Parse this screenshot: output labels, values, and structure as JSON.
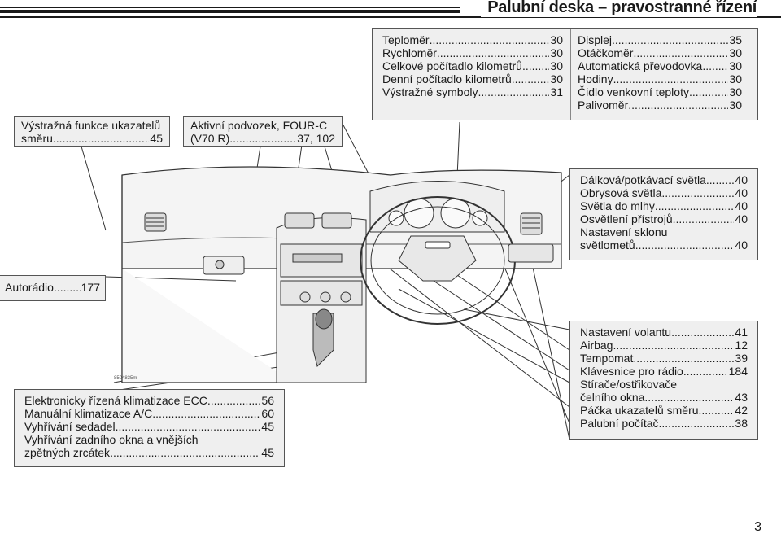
{
  "header": {
    "title": "Palubní deska – pravostranné řízení"
  },
  "box_turn_signal": {
    "line1": "Výstražná funkce ukazatelů",
    "line2_label": "směru",
    "line2_page": "45"
  },
  "box_chassis": {
    "line1": "Aktivní podvozek, FOUR-C",
    "line2_label": "(V70 R)",
    "line2_page": "37, 102"
  },
  "box_instruments_left": {
    "items": [
      {
        "label": "Teploměr",
        "page": "30"
      },
      {
        "label": "Rychloměr",
        "page": "30"
      },
      {
        "label": "Celkové počítadlo kilometrů",
        "page": "30"
      },
      {
        "label": "Denní počítadlo kilometrů",
        "page": "30"
      },
      {
        "label": "Výstražné symboly",
        "page": "31"
      }
    ]
  },
  "box_instruments_right": {
    "items": [
      {
        "label": "Displej",
        "page": "35"
      },
      {
        "label": "Otáčkoměr",
        "page": "30"
      },
      {
        "label": "Automatická převodovka",
        "page": "30"
      },
      {
        "label": "Hodiny",
        "page": "30"
      },
      {
        "label": "Čidlo venkovní teploty",
        "page": "30"
      },
      {
        "label": "Palivoměr",
        "page": "30"
      }
    ]
  },
  "box_lights": {
    "items": [
      {
        "label": "Dálková/potkávací světla",
        "page": "40"
      },
      {
        "label": "Obrysová světla",
        "page": "40"
      },
      {
        "label": "Světla do mlhy",
        "page": "40"
      },
      {
        "label": "Osvětlení přístrojů",
        "page": "40"
      }
    ],
    "last_line1": "Nastavení sklonu",
    "last_label": "světlometů",
    "last_page": "40"
  },
  "box_radio": {
    "label": "Autorádio",
    "page": "177"
  },
  "box_climate": {
    "items": [
      {
        "label": "Elektronicky řízená klimatizace ECC",
        "page": "56"
      },
      {
        "label": "Manuální klimatizace A/C",
        "page": "60"
      },
      {
        "label": "Vyhřívání sedadel",
        "page": "45"
      }
    ],
    "last_line1": "Vyhřívání zadního okna a vnějších",
    "last_label": "zpětných zrcátek",
    "last_page": "45"
  },
  "box_steering": {
    "items": [
      {
        "label": "Nastavení volantu",
        "page": "41"
      },
      {
        "label": "Airbag",
        "page": "12"
      },
      {
        "label": "Tempomat",
        "page": "39"
      },
      {
        "label": "Klávesnice pro rádio",
        "page": "184"
      }
    ],
    "wiper_line1": "Stírače/ostřikovače",
    "wiper_label": "čelního okna",
    "wiper_page": "43",
    "items2": [
      {
        "label": "Páčka ukazatelů směru",
        "page": "42"
      },
      {
        "label": "Palubní počítač",
        "page": "38"
      }
    ]
  },
  "image_code": "8504835m",
  "page_number": "3"
}
